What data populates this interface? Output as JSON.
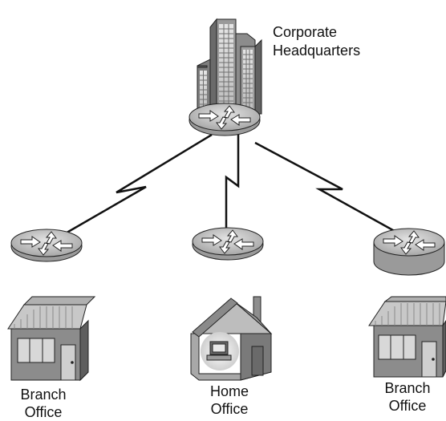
{
  "diagram": {
    "headquarters": {
      "label_line1": "Corporate",
      "label_line2": "Headquarters"
    },
    "sites": [
      {
        "label_line1": "Branch",
        "label_line2": "Office"
      },
      {
        "label_line1": "Home",
        "label_line2": "Office"
      },
      {
        "label_line1": "Branch",
        "label_line2": "Office"
      }
    ],
    "links": [
      {
        "from": "Corporate Headquarters",
        "to": "Branch Office",
        "type": "serial"
      },
      {
        "from": "Corporate Headquarters",
        "to": "Home Office",
        "type": "serial"
      },
      {
        "from": "Corporate Headquarters",
        "to": "Branch Office",
        "type": "serial"
      }
    ],
    "icons": [
      "building-icon",
      "router-icon",
      "branch-office-icon",
      "home-office-icon",
      "computer-icon"
    ],
    "colors": {
      "stroke": "#111111",
      "router_fill": "#bdbdbd",
      "building_fill": "#8a8a8a",
      "house_fill": "#a8a8a8"
    }
  }
}
